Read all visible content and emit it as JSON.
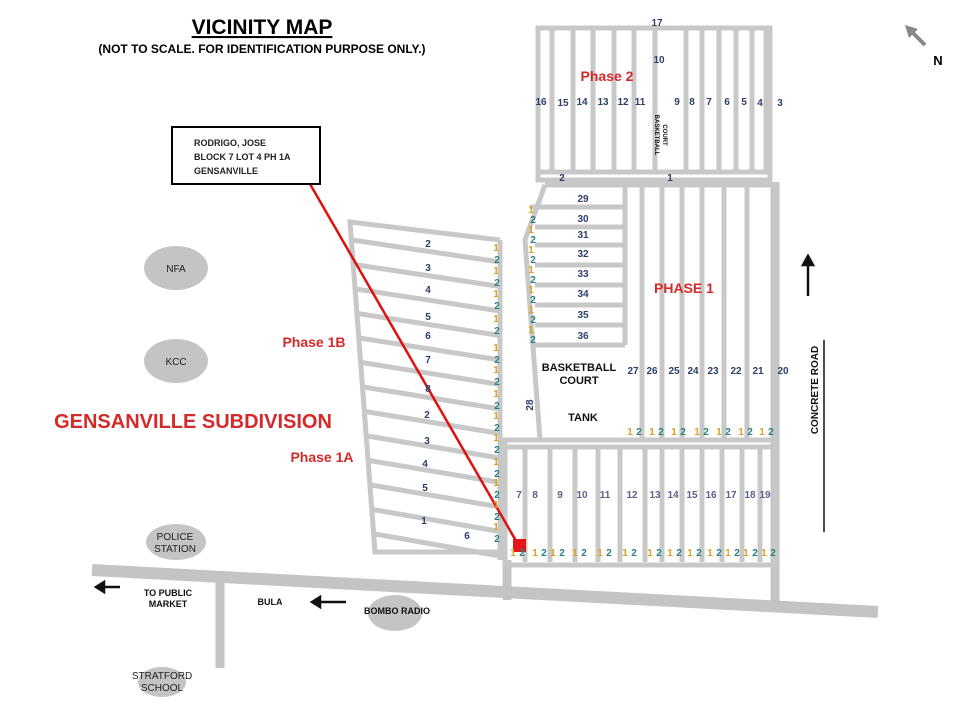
{
  "title": "VICINITY MAP",
  "subtitle": "(NOT TO SCALE. FOR IDENTIFICATION PURPOSE ONLY.)",
  "north_label": "N",
  "callout": {
    "lines": [
      "RODRIGO, JOSE",
      "BLOCK 7 LOT 4 PH 1A",
      "GENSANVILLE"
    ]
  },
  "subdivision_name": "GENSANVILLE SUBDIVISION",
  "phases": {
    "phase2": "Phase 2",
    "phase1": "PHASE 1",
    "phase1b": "Phase 1B",
    "phase1a": "Phase 1A"
  },
  "facilities": {
    "basketball_court": "BASKETBALL COURT",
    "basketball_court_p2": [
      "BASKETBALL",
      "COURT"
    ],
    "tank": "TANK"
  },
  "roads": {
    "concrete_road": "CONCRETE ROAD",
    "to_public_market": [
      "TO PUBLIC",
      "MARKET"
    ],
    "bula": "BULA"
  },
  "landmarks": {
    "nfa": [
      "NFA"
    ],
    "kcc": [
      "KCC"
    ],
    "police_station": [
      "POLICE",
      "STATION"
    ],
    "bombo_radio": [
      "BOMBO RADIO"
    ],
    "stratford_school": [
      "STRATFORD",
      "SCHOOL"
    ]
  },
  "lots": {
    "phase2": [
      "17",
      "10",
      "16",
      "15",
      "14",
      "13",
      "12",
      "11",
      "9",
      "8",
      "7",
      "6",
      "5",
      "4",
      "3",
      "2",
      "1"
    ],
    "phase1_row_blocks": [
      "29",
      "30",
      "31",
      "32",
      "33",
      "34",
      "35",
      "36"
    ],
    "phase1_upper": [
      "27",
      "26",
      "25",
      "24",
      "23",
      "22",
      "21",
      "20"
    ],
    "phase1_lower": [
      "7",
      "8",
      "9",
      "10",
      "11",
      "12",
      "13",
      "14",
      "15",
      "16",
      "17",
      "18",
      "19"
    ],
    "block28": "28",
    "phase1b": [
      "2",
      "3",
      "4",
      "5",
      "6",
      "7",
      "8"
    ],
    "phase1a": [
      "2",
      "3",
      "4",
      "5",
      "1",
      "6"
    ]
  },
  "corner_marks": {
    "first": "1",
    "second": "2"
  },
  "colors": {
    "road": "#c4c4c4",
    "accent_red": "#d42a2a",
    "lot_number": "#2c3e6b",
    "mark_1": "#e0a020",
    "mark_2": "#2a8080"
  }
}
